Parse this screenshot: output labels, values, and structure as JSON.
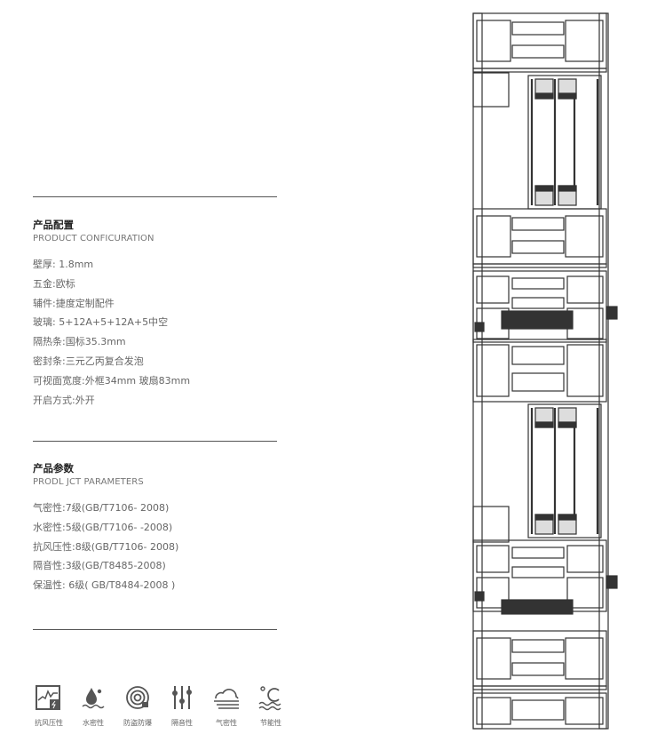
{
  "config": {
    "title": "产品配置",
    "subtitle": "PRODUCT CONFICURATION",
    "items": [
      "壁厚: 1.8mm",
      "五金:欧标",
      "辅件:捷度定制配件",
      "玻璃: 5+12A+5+12A+5中空",
      "隔热条:国标35.3mm",
      "密封条:三元乙丙复合发泡",
      "可视面宽度:外框34mm 玻扇83mm",
      "开启方式:外开"
    ]
  },
  "params": {
    "title": "产品参数",
    "subtitle": "PRODL JCT PARAMETERS",
    "items": [
      "气密性:7级(GB/T7106- 2008)",
      "水密性:5级(GB/T7106- -2008)",
      "抗风压性:8级(GB/T7106- 2008)",
      "隔音性:3级(GB/T8485-2008)",
      "保温性: 6级( GB/T8484-2008 )"
    ]
  },
  "features": [
    {
      "icon": "wind-pressure-icon",
      "label": "抗风压性"
    },
    {
      "icon": "water-tightness-icon",
      "label": "水密性"
    },
    {
      "icon": "anti-theft-icon",
      "label": "防盗防爆"
    },
    {
      "icon": "sound-insulation-icon",
      "label": "隔音性"
    },
    {
      "icon": "air-tightness-icon",
      "label": "气密性"
    },
    {
      "icon": "energy-saving-icon",
      "label": "节能性"
    }
  ],
  "colors": {
    "line": "#555555",
    "text": "#666666",
    "heading": "#222222"
  }
}
